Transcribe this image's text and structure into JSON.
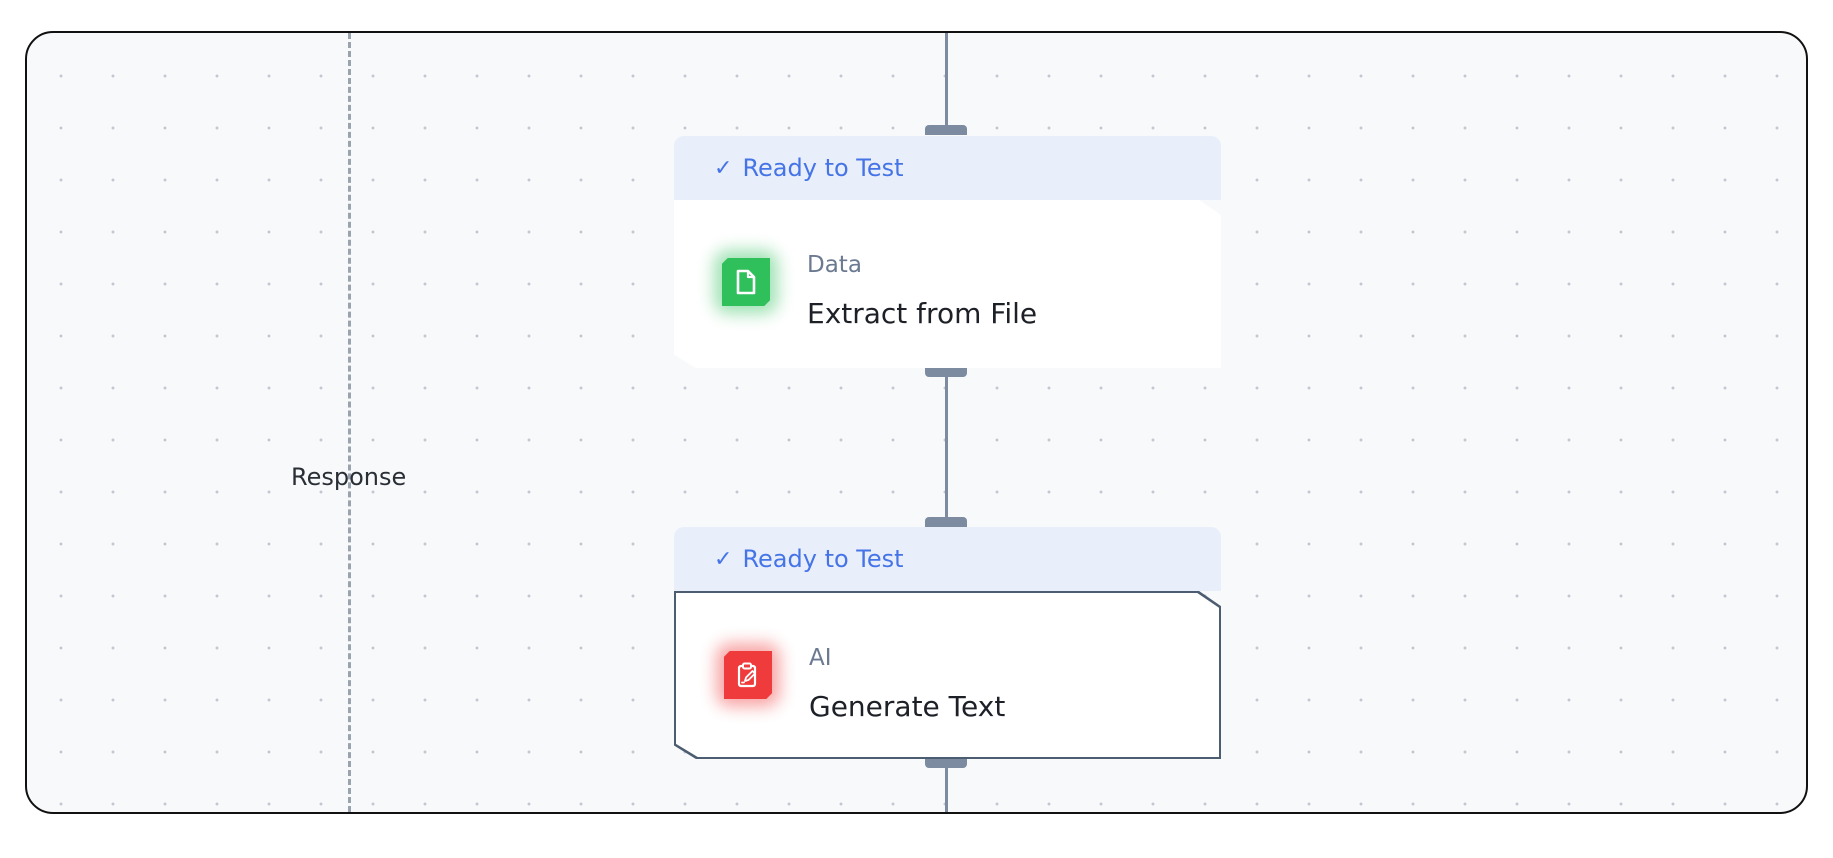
{
  "canvas": {
    "lane_label": "Response"
  },
  "nodes": [
    {
      "status": "Ready to Test",
      "status_icon": "check-icon",
      "category": "Data",
      "title": "Extract from File",
      "icon": "file-icon",
      "icon_color": "#2fbf5b"
    },
    {
      "status": "Ready to Test",
      "status_icon": "check-icon",
      "category": "AI",
      "title": "Generate Text",
      "icon": "clipboard-edit-icon",
      "icon_color": "#ef3b3b"
    }
  ],
  "colors": {
    "status_text": "#4574e6",
    "status_bg": "#e9eefb",
    "connector": "#7c8ba0"
  }
}
